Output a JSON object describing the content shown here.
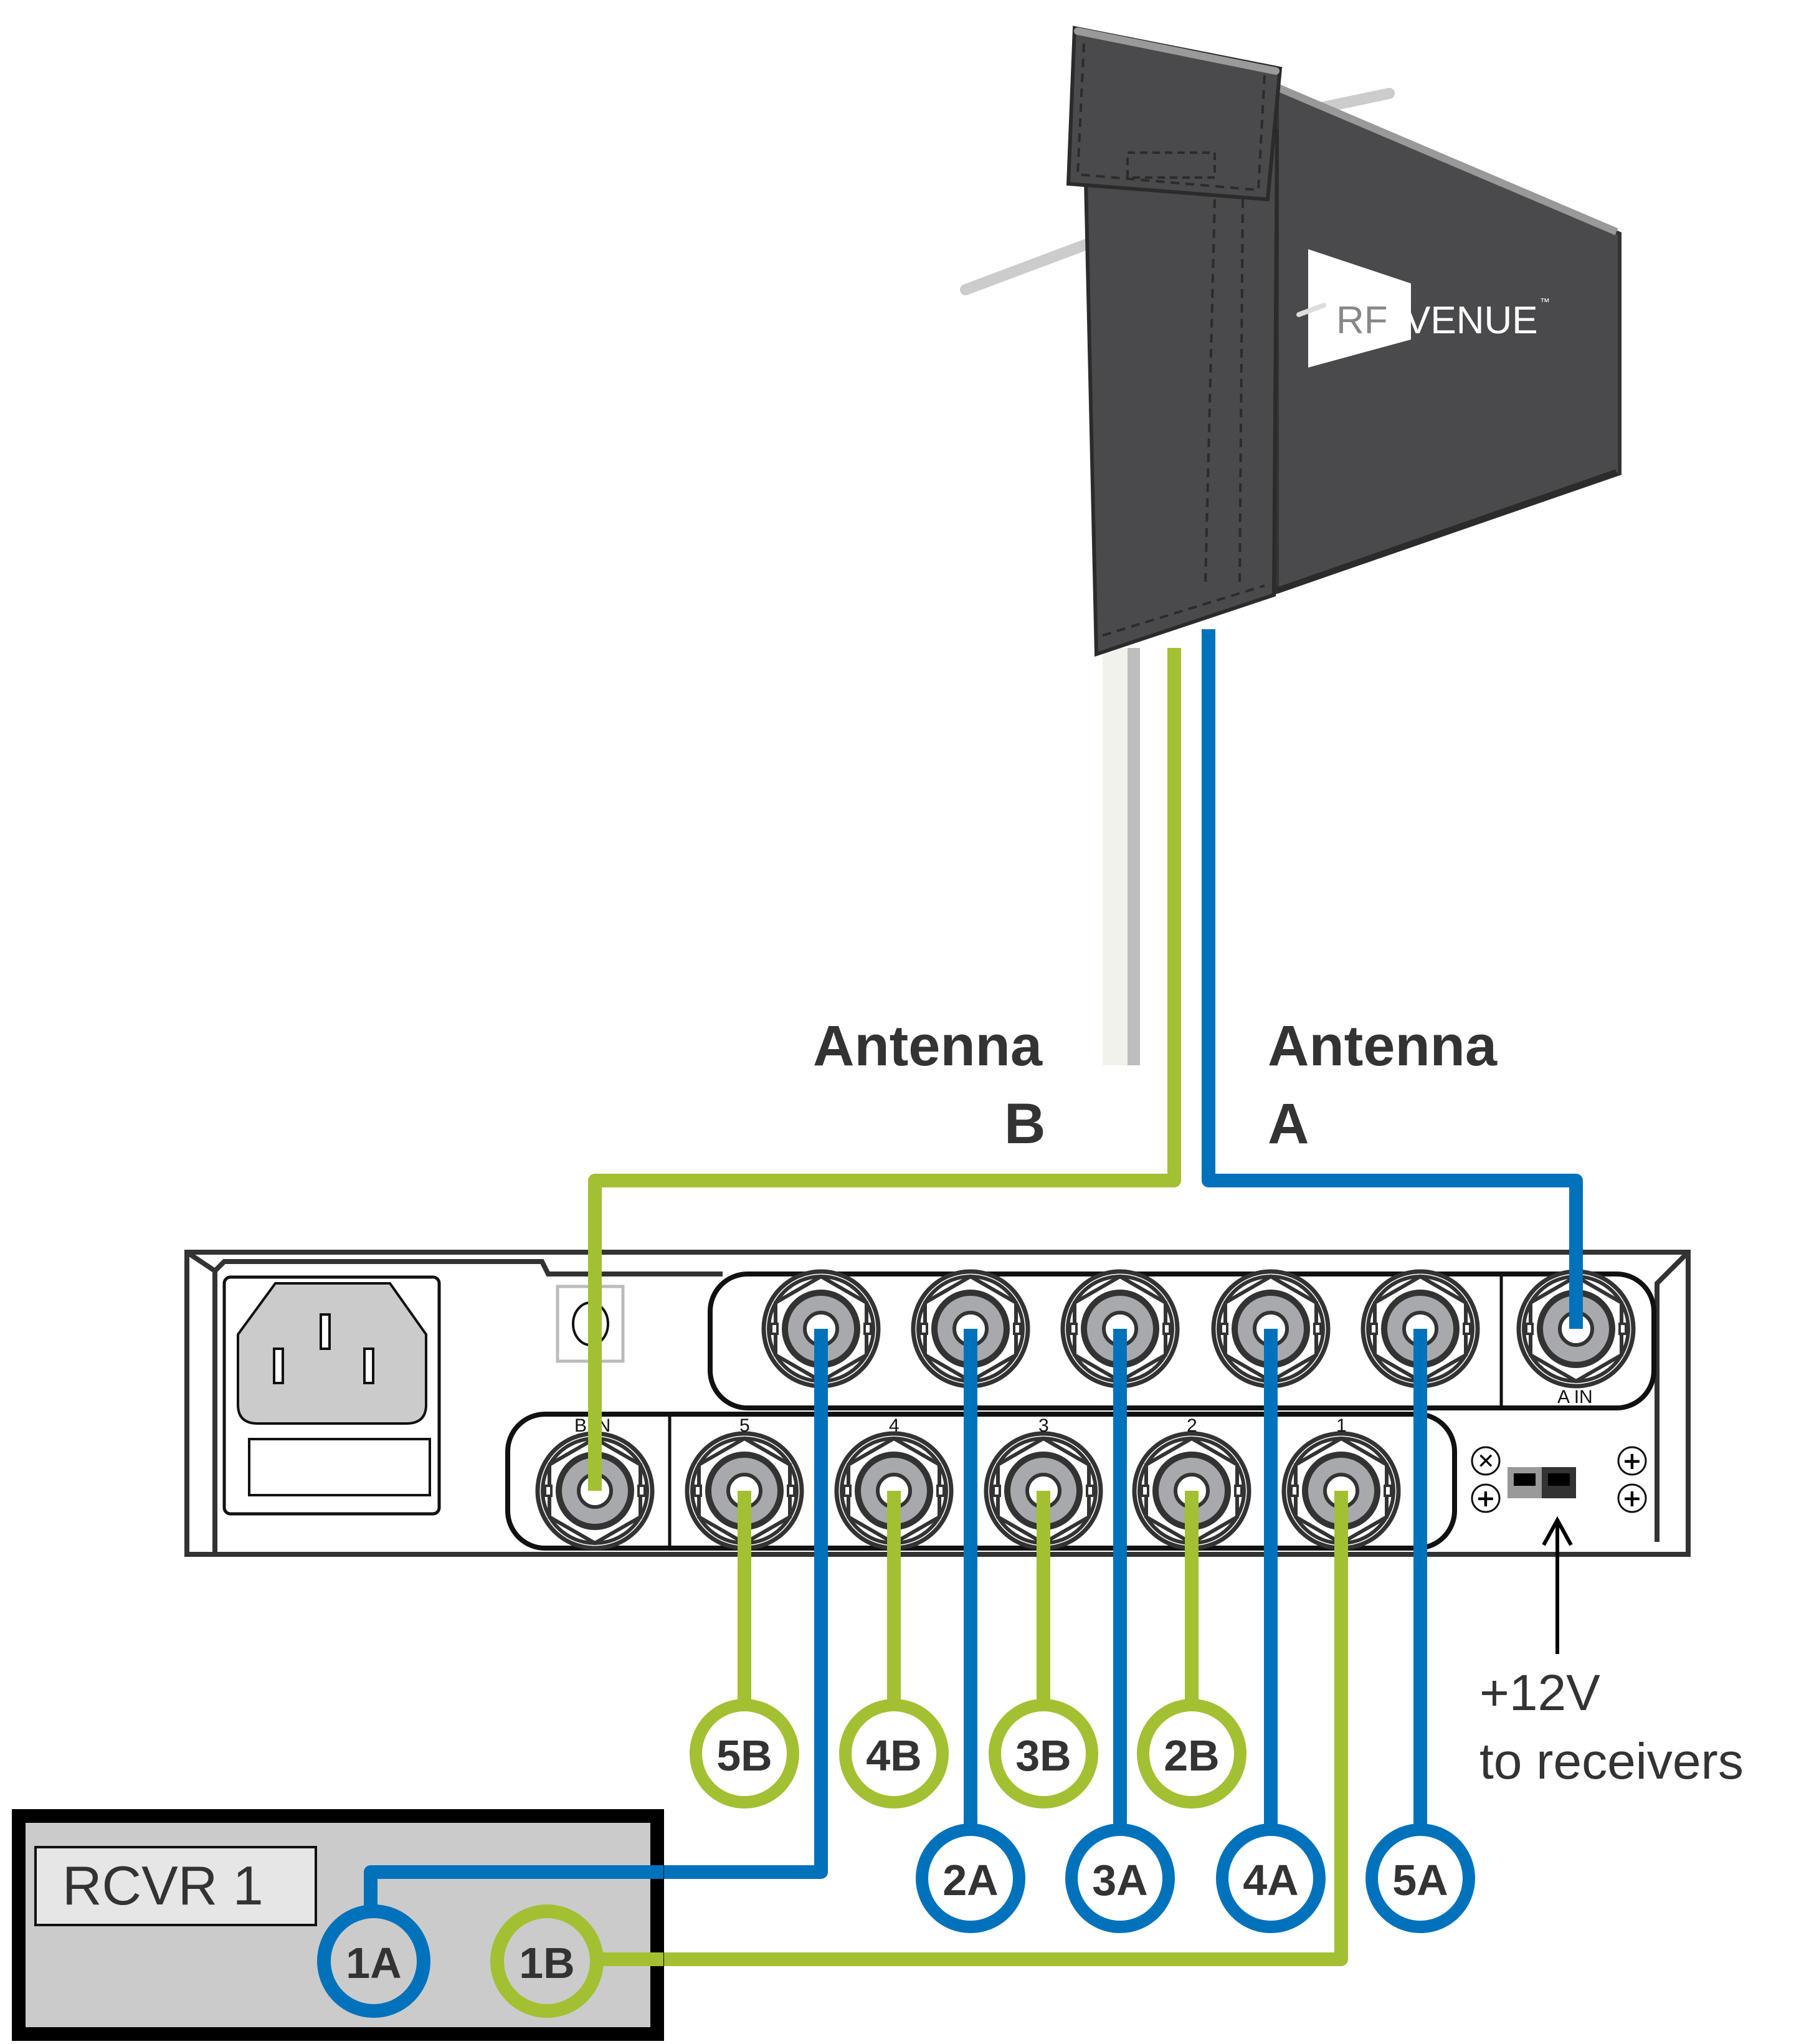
{
  "colors": {
    "antenna_a": "#0072bc",
    "antenna_b": "#a3c032",
    "antenna_body": "#4a4a4c",
    "text": "#333333",
    "receiver_fill": "#cbcbcb",
    "connector_grey": "#a7a9ac"
  },
  "antenna": {
    "brand_rf": "RF",
    "brand_venue": "VENUE",
    "trademark": "™"
  },
  "labels": {
    "antenna_b_line1": "Antenna",
    "antenna_b_line2": "B",
    "antenna_a_line1": "Antenna",
    "antenna_a_line2": "A",
    "power_line1": "+12V",
    "power_line2": "to receivers"
  },
  "distro": {
    "b_in_label": "B IN",
    "a_in_label": "A IN",
    "output_numbers": [
      "5",
      "4",
      "3",
      "2",
      "1"
    ]
  },
  "outputs_b": [
    "5B",
    "4B",
    "3B",
    "2B"
  ],
  "outputs_a": [
    "2A",
    "3A",
    "4A",
    "5A"
  ],
  "receiver": {
    "name": "RCVR 1",
    "port_a": "1A",
    "port_b": "1B"
  }
}
